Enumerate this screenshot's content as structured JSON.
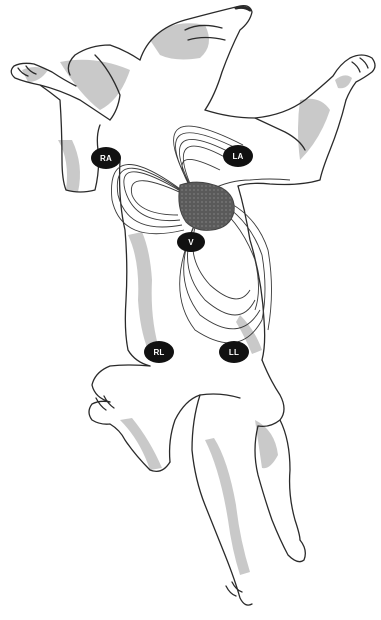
{
  "electrodes": {
    "ra": "RA",
    "la": "LA",
    "v": "V",
    "rl": "RL",
    "ll": "LL"
  },
  "colors": {
    "outline": "#2a2a2a",
    "fur_patch": "#c8c8c8",
    "heart": "#555555",
    "field_line": "#3a3a3a",
    "electrode": "#111111",
    "electrode_text": "#ffffff"
  }
}
